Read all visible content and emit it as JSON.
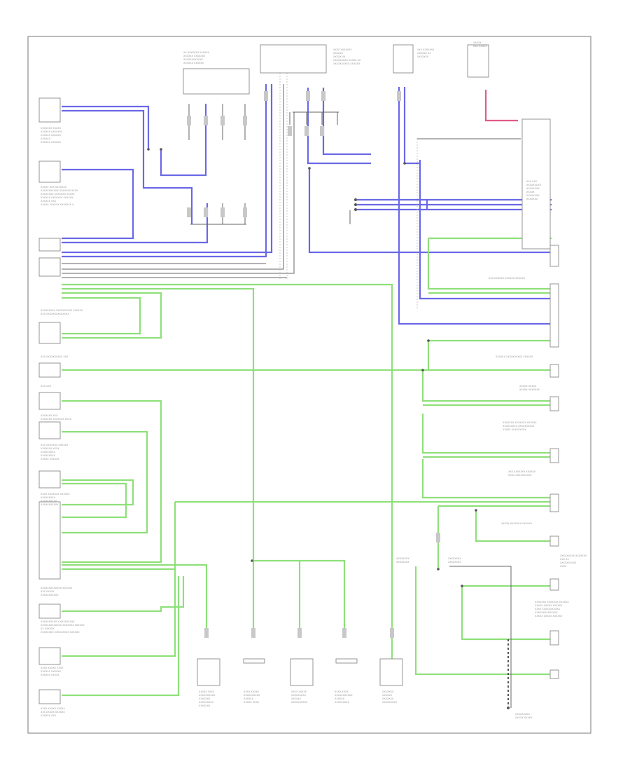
{
  "diagram": {
    "components_left": [
      {
        "id": "c1",
        "lines": [
          "XXXXXXX XXXXX",
          "XXXXXX XXXXXXX",
          "XXXXXX XXXXXX",
          "XXXXXX",
          "XXXXXX XXXXXX"
        ]
      },
      {
        "id": "c2",
        "lines": [
          "XXXXX XXX XXXXXXX",
          "XXXXXXXXXXX XXXXXXX XXXX",
          "XXXXXXXX XXXXXXX XXXXX",
          "XXXXXX XXXXXXX XXXXXX",
          "XXXXXX XXX",
          "XXXXX XXXXXX XXXXXXX X"
        ]
      },
      {
        "id": "c3",
        "lines": [
          "XXXXXXXXX XXXXXXXXXX XXXXXX",
          "XXX XXXXXXXXXXXXXX"
        ]
      },
      {
        "id": "c4",
        "lines": [
          "XXX XXXXXXXXXX XXX"
        ]
      },
      {
        "id": "c5",
        "lines": [
          "XXX XXX"
        ]
      },
      {
        "id": "c6",
        "lines": [
          "XXXXXXX XXX",
          "XXXXXXX XXXXXXX XXXX"
        ]
      },
      {
        "id": "c7",
        "lines": [
          "XXX XXXXXXX XXXXXX",
          "XXXXXXX XXXX",
          "XXXXXXXXX",
          "XXXXXXXXX",
          "XXXXX XXXXXX"
        ]
      },
      {
        "id": "c8",
        "lines": [
          "XXXX XXXXXXX XXXXXX",
          "XXXXXXXXX",
          "XXXXXXXXXX",
          "XXXXXXXXXXX"
        ]
      },
      {
        "id": "c9",
        "lines": [
          "XXXXXXXXXXXXX XXXXXX",
          "XXX XXXXX",
          "XXXXXXXXXXX"
        ]
      },
      {
        "id": "c10",
        "lines": [
          "XXXXXXXXXX X XXXXXXXXX",
          "XXXXXXXXXXXXX XXXXXXX XXXXXX",
          "XX XXXXXX",
          "XXXXXXXX XXXXXXXXX XXXXXX"
        ]
      },
      {
        "id": "c11",
        "lines": [
          "XXXX XXXXX XXXX",
          "XXXXXX XXXXXX",
          "XXXXXX XXXXX"
        ]
      },
      {
        "id": "c12",
        "lines": [
          "XXXX XXXXX XXXXX",
          "XXX XXXXX XXXXXX",
          "XXXXXX XXX"
        ]
      }
    ],
    "components_top": [
      {
        "id": "t1",
        "lines": [
          "XX XXXXXXX XXXXXX",
          "XXXXXX XXXXXXX",
          "XXXXXXXXXXXX",
          "XXXXXX XXXXXX"
        ]
      },
      {
        "id": "t2",
        "lines": [
          "XXXX XXXXXXX",
          "XXXXXX",
          "XXXXX XX",
          "XXXXXXXXX XXXXX XX",
          "XXXXXXXXXX XXXXXX"
        ]
      },
      {
        "id": "t3",
        "lines": [
          "XXX XXXXXXX",
          "XXXXXX XX",
          "XXXXXXX"
        ]
      },
      {
        "id": "t4",
        "lines": [
          "XXXXX",
          "XXX XXXXX"
        ]
      }
    ],
    "components_right": [
      {
        "id": "r1",
        "lines": [
          "XXX XXX",
          "XXXXXXXXX",
          "XXXXXXXX",
          "XXXXX",
          "XXXXXXXX",
          "XXXXXXX"
        ]
      },
      {
        "id": "r2",
        "lines": [
          "XXX XXXXXX XXXXXX XXXXXX"
        ]
      },
      {
        "id": "r3",
        "lines": [
          "XXXXXX XXXXXXXXXX XXXXXX"
        ]
      },
      {
        "id": "r4",
        "lines": [
          "XXXXX XXXXX",
          "XXXXX XXXXXXX"
        ]
      },
      {
        "id": "r5",
        "lines": [
          "XXXXXXX XXXXXXX XXXXXX",
          "XXXXXXXXX XXXXXXXXXX",
          "XXXXX XXXXXXXXX"
        ]
      },
      {
        "id": "r6",
        "lines": [
          "XXX XXXXXXX XXXXXX",
          "XXXX XXXXXXXXXX"
        ]
      },
      {
        "id": "r7",
        "lines": [
          "XXXXX XXXXXXX XXXXXX"
        ]
      },
      {
        "id": "r8",
        "lines": [
          "XXXXXXXXX XXXXXXX",
          "XXX XX",
          "XXXXXXXXXX",
          "XXXX"
        ]
      },
      {
        "id": "r9",
        "lines": [
          "XXXXXXX XXXXXXX XXXXXX",
          "XXXXX XXXXX XXXXXX",
          "XXXX XXXXXXXXXXX",
          "XXXXXXXXXXXXXX",
          "XXXXX XXXXX XXXXXX"
        ]
      },
      {
        "id": "r10",
        "lines": [
          "XXXXXXXX",
          "XXXXXXXX"
        ]
      },
      {
        "id": "r11",
        "lines": [
          "XXXXXXXX",
          "XXXXXXXX"
        ]
      }
    ],
    "components_bottom": [
      {
        "id": "b1",
        "lines": [
          "XXXXX XXXX",
          "XXXXXXXXXX",
          "XXXXXXX",
          "XXXXXXXXX",
          "XXXXXXX"
        ]
      },
      {
        "id": "b2",
        "lines": [
          "XXXX XXXXX",
          "XXXXXXXXXX",
          "XXXXXX",
          "XXXXX XXXX"
        ]
      },
      {
        "id": "b3",
        "lines": [
          "XXXX XXXXX",
          "XXXXXXXXX",
          "XXXXXX",
          "XXXXXXXXXX"
        ]
      },
      {
        "id": "b4",
        "lines": [
          "XXXX XXXX",
          "XXXXXXXXXXX",
          "XXXXXX",
          "XXXXXXXXX"
        ]
      },
      {
        "id": "b5",
        "lines": [
          "XXXXXXX",
          "XXXXXX",
          "XXXXXXX",
          "XXXXXXXXX"
        ]
      },
      {
        "id": "b6",
        "lines": [
          "XXXXXXXXX",
          "XXXXX XXXXX"
        ]
      }
    ],
    "colors": {
      "can_wire": "#8ee07a",
      "signal_wire": "#6a68e6",
      "power_wire": "#e05a8a",
      "ground_wire": "#555555"
    }
  }
}
